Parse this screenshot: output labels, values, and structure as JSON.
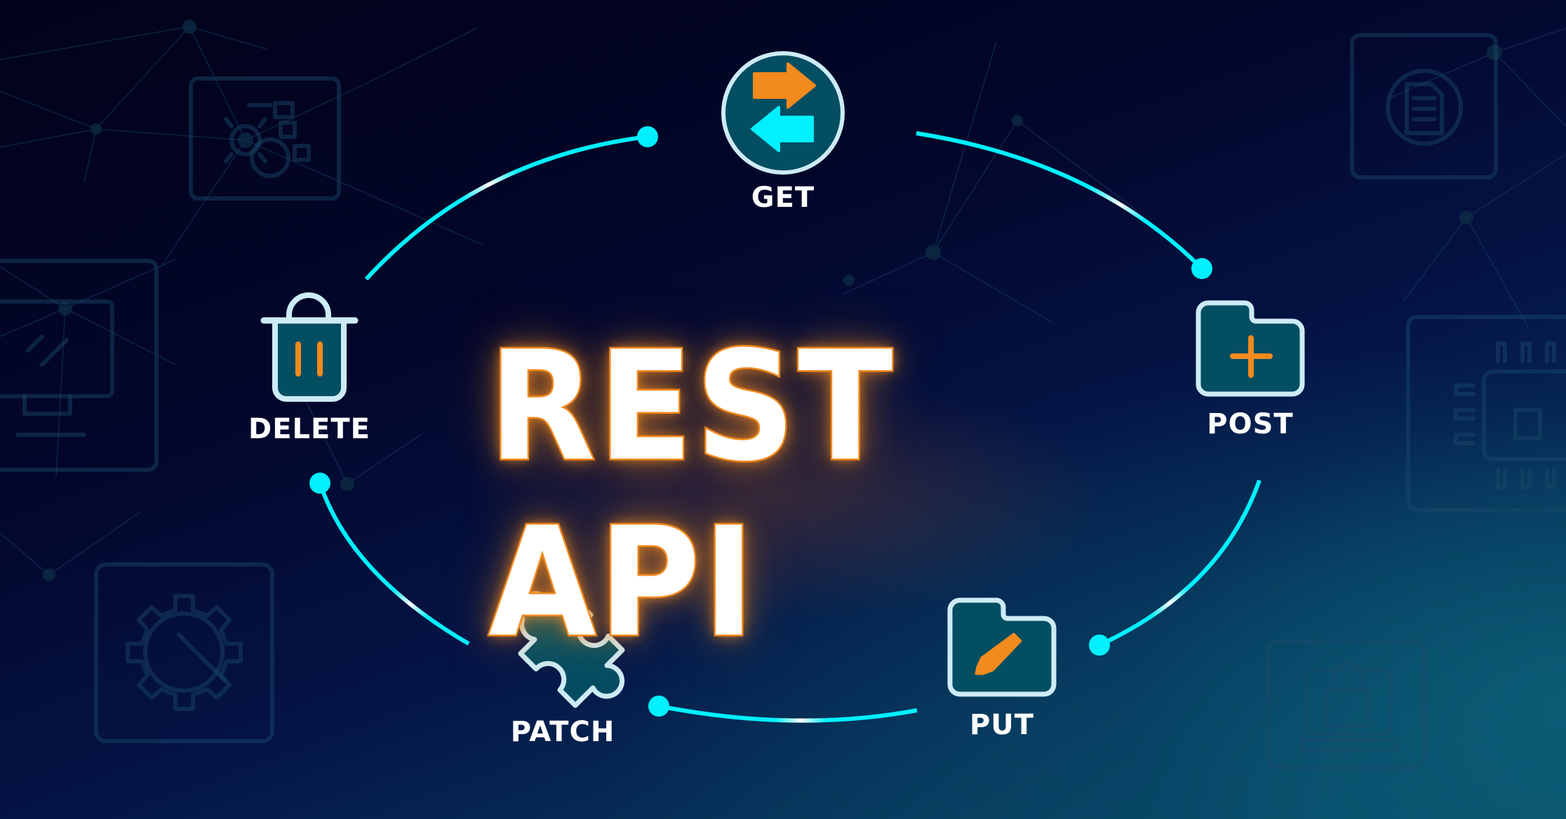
{
  "title": "REST API",
  "methods": [
    {
      "label": "GET",
      "icon": "swap-arrows-icon"
    },
    {
      "label": "POST",
      "icon": "folder-plus-icon"
    },
    {
      "label": "PUT",
      "icon": "folder-edit-icon"
    },
    {
      "label": "PATCH",
      "icon": "puzzle-piece-icon"
    },
    {
      "label": "DELETE",
      "icon": "trash-icon"
    }
  ],
  "background_icons": [
    "gear-network-icon",
    "document-icon",
    "monitor-icon",
    "chip-icon",
    "gear-wrench-icon",
    "laptop-lock-icon"
  ],
  "colors": {
    "accent_cyan": "#00f0ff",
    "accent_orange": "#f28a1e",
    "icon_fill": "#044e62",
    "icon_outline": "#cdebf7",
    "bg_dark": "#02031a",
    "bg_teal": "#0a4a66"
  }
}
